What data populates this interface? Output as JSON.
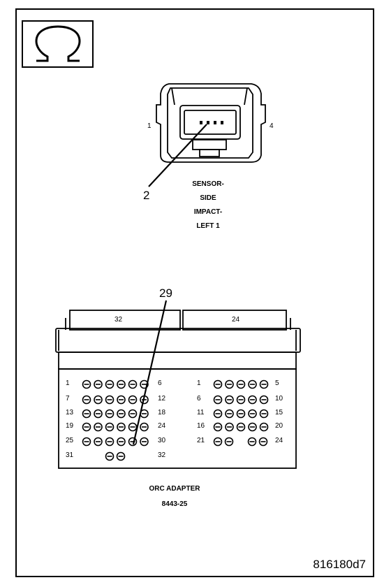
{
  "figure_id": "816180d7",
  "symbol": "omega-resistance-icon",
  "sensor": {
    "callout": "2",
    "pin_left": "1",
    "pin_right": "4",
    "label_lines": [
      "SENSOR-",
      "SIDE",
      "IMPACT-",
      "LEFT 1"
    ]
  },
  "adapter": {
    "callout": "29",
    "block_left_label": "32",
    "block_right_label": "24",
    "name": "ORC ADAPTER",
    "part_number": "8443-25",
    "left_rows": [
      {
        "start": "1",
        "end": "6"
      },
      {
        "start": "7",
        "end": "12"
      },
      {
        "start": "13",
        "end": "18"
      },
      {
        "start": "19",
        "end": "24"
      },
      {
        "start": "25",
        "end": "30"
      },
      {
        "start": "31",
        "end": "32"
      }
    ],
    "right_rows": [
      {
        "start": "1",
        "end": "5"
      },
      {
        "start": "6",
        "end": "10"
      },
      {
        "start": "11",
        "end": "15"
      },
      {
        "start": "16",
        "end": "20"
      },
      {
        "start": "21",
        "end": "24"
      }
    ]
  }
}
